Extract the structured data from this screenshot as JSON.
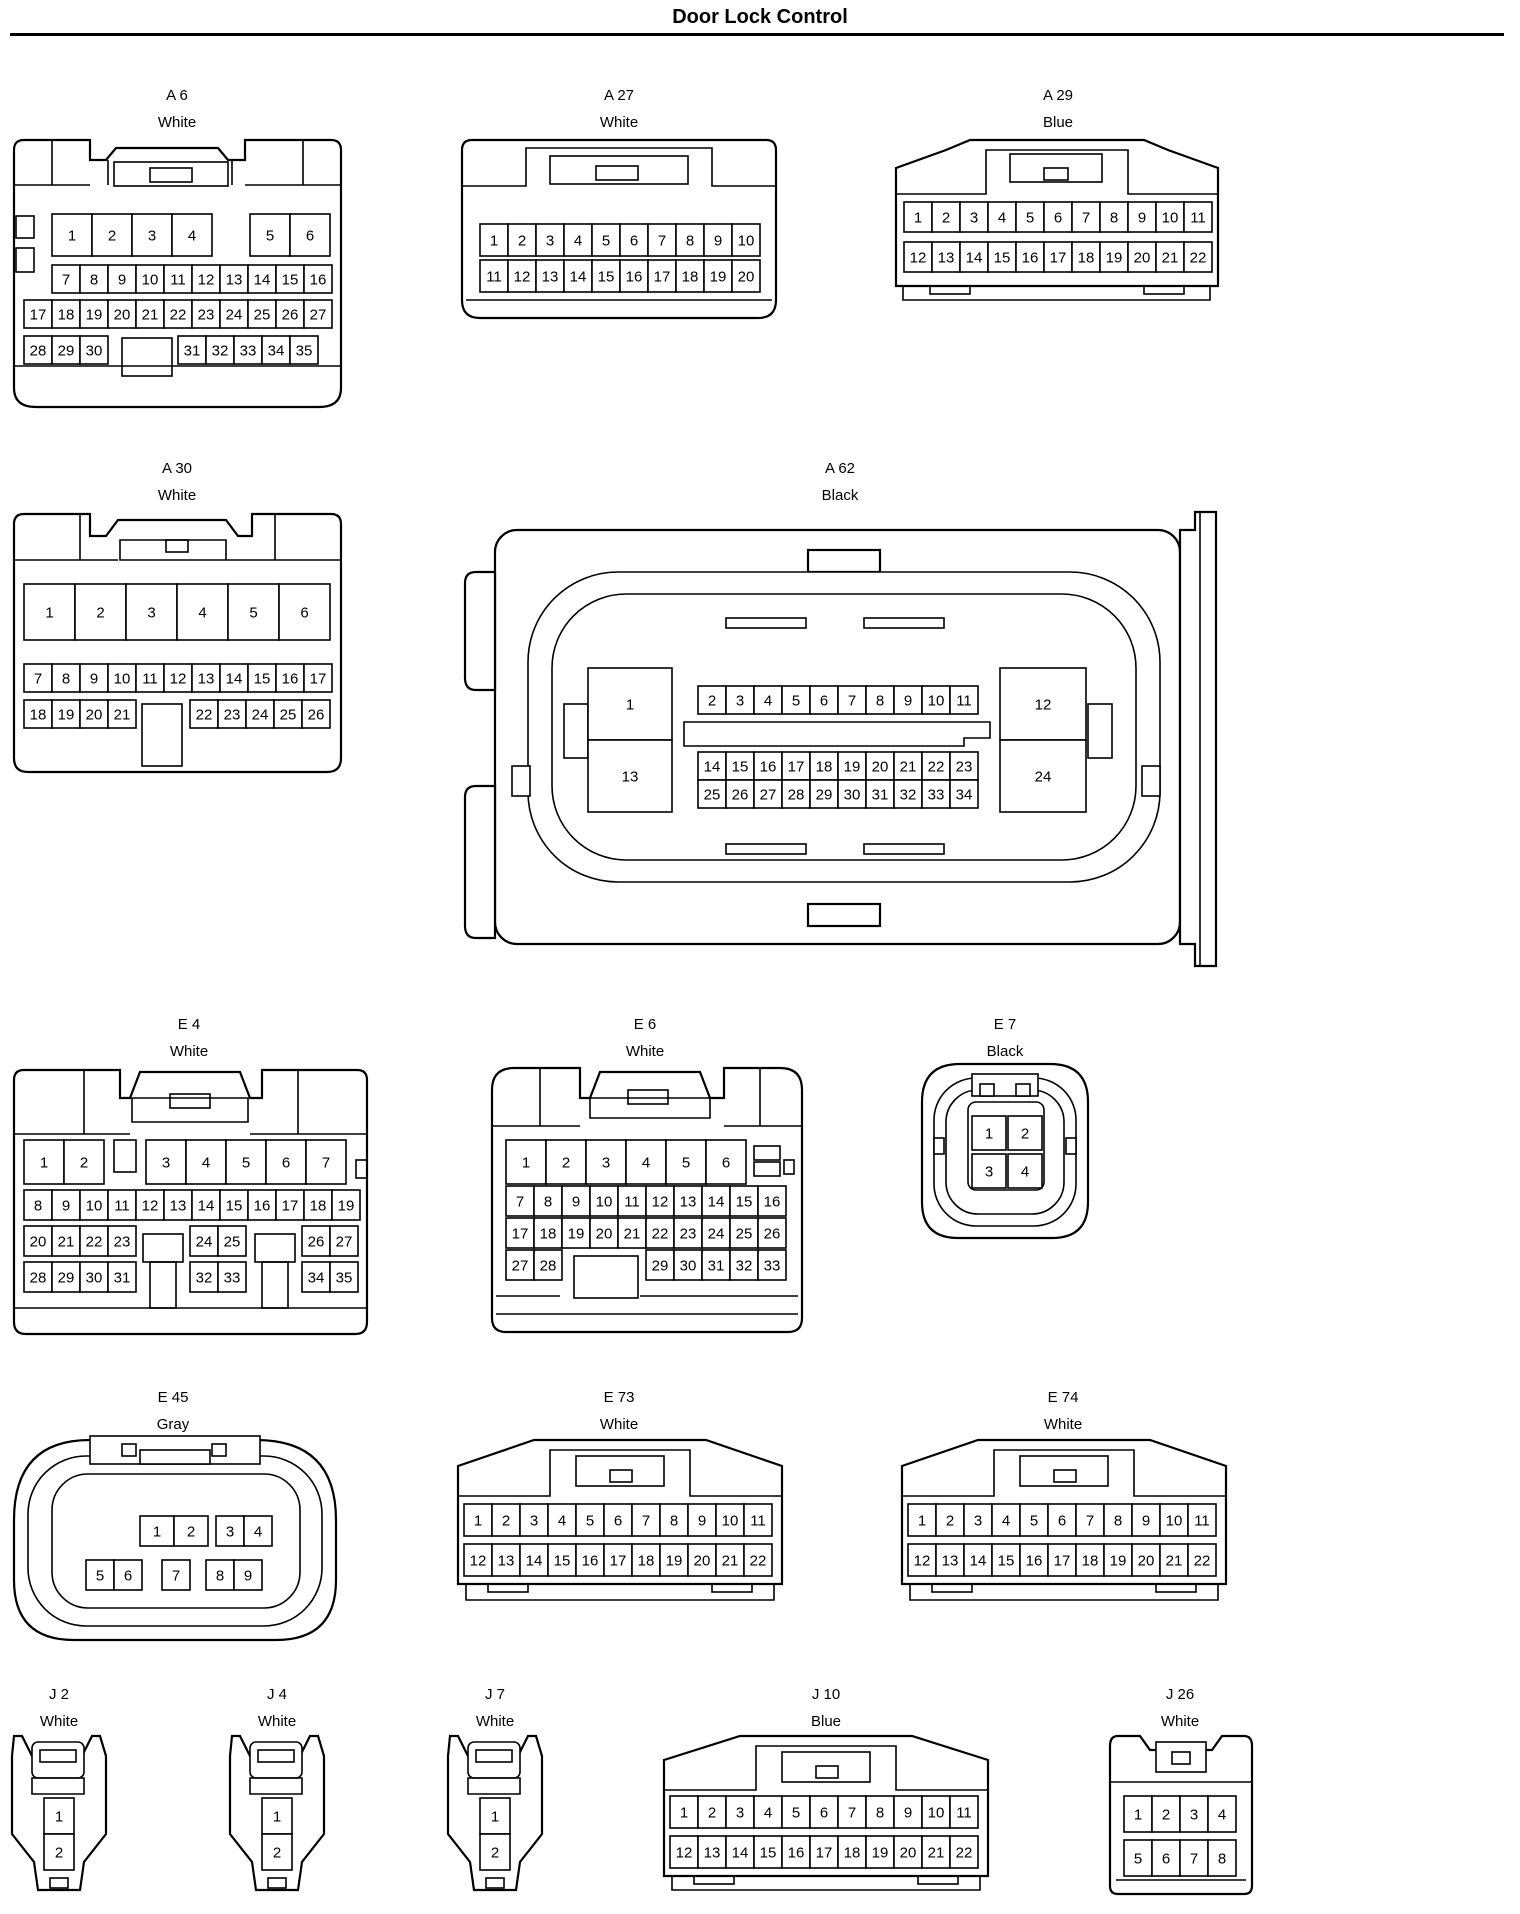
{
  "title": "Door Lock Control",
  "connectors": {
    "A6": {
      "code": "A 6",
      "color": "White"
    },
    "A27": {
      "code": "A 27",
      "color": "White"
    },
    "A29": {
      "code": "A 29",
      "color": "Blue"
    },
    "A30": {
      "code": "A 30",
      "color": "White"
    },
    "A62": {
      "code": "A 62",
      "color": "Black"
    },
    "E4": {
      "code": "E 4",
      "color": "White"
    },
    "E6": {
      "code": "E 6",
      "color": "White"
    },
    "E7": {
      "code": "E 7",
      "color": "Black"
    },
    "E45": {
      "code": "E 45",
      "color": "Gray"
    },
    "E73": {
      "code": "E 73",
      "color": "White"
    },
    "E74": {
      "code": "E 74",
      "color": "White"
    },
    "J2": {
      "code": "J 2",
      "color": "White"
    },
    "J4": {
      "code": "J 4",
      "color": "White"
    },
    "J7": {
      "code": "J 7",
      "color": "White"
    },
    "J10": {
      "code": "J 10",
      "color": "Blue"
    },
    "J26": {
      "code": "J 26",
      "color": "White"
    }
  }
}
